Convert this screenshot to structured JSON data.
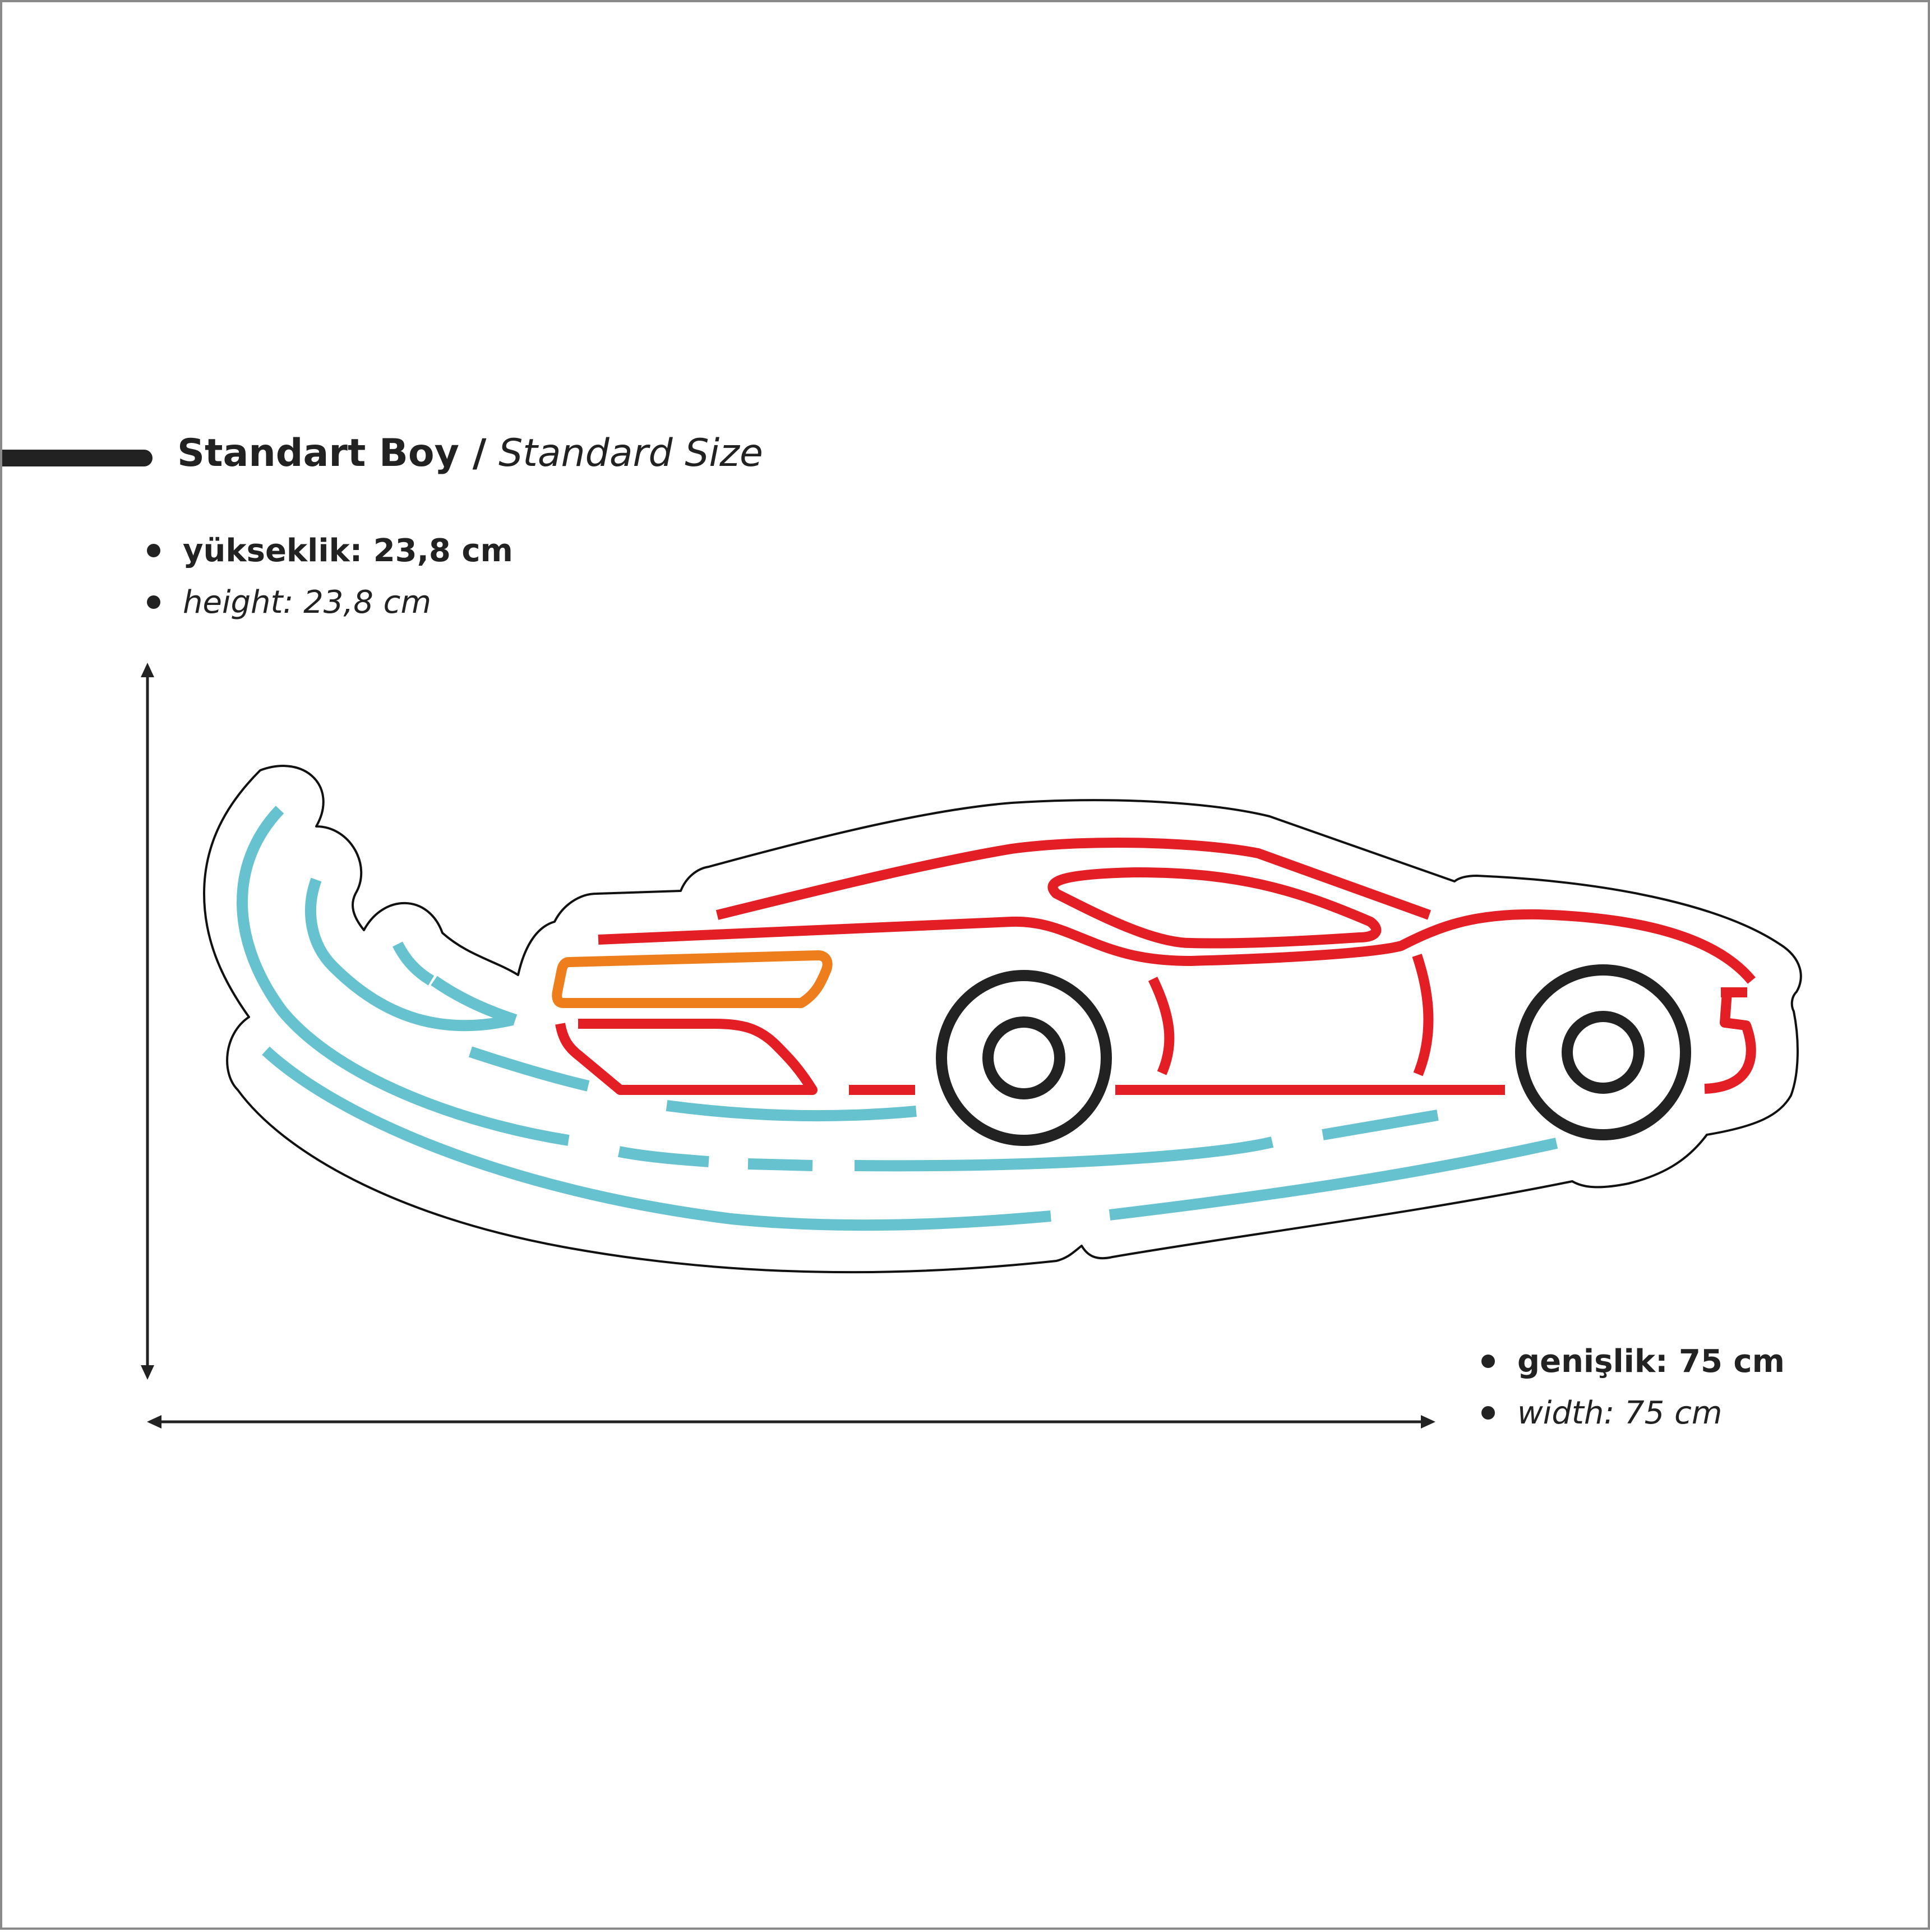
{
  "header": {
    "title_primary": "Standart Boy /",
    "title_secondary": "Standard Size"
  },
  "specs": {
    "height_tr": "yükseklik: 23,8 cm",
    "height_en": "height: 23,8 cm",
    "width_tr": "genişlik: 75 cm",
    "width_en": "width: 75 cm"
  },
  "colors": {
    "text": "#222222",
    "body_red": "#e31e24",
    "headlight_orange": "#ee7d1b",
    "motion_blue": "#67c2cf",
    "wheel_black": "#222222",
    "outline": "#111111"
  }
}
